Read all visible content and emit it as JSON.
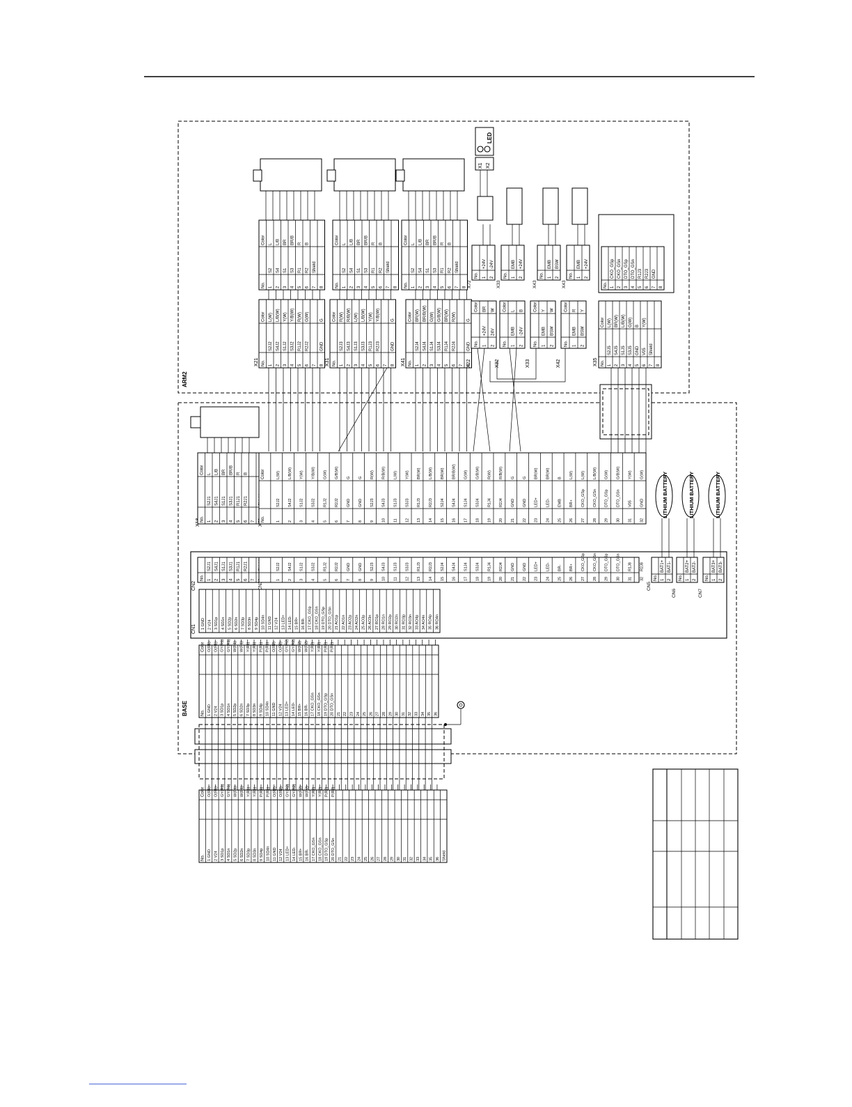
{
  "sections": {
    "arm2": "ARM2",
    "base": "BASE"
  },
  "header_labels": {
    "no": "No.",
    "color": "Color",
    "sh": "Shield"
  },
  "motors": [
    {
      "pins": [
        "S2",
        "S4",
        "S1",
        "S3",
        "R1",
        "R2",
        "Shield"
      ],
      "colors": [
        "L",
        "L/B",
        "BR",
        "BR/B",
        "R",
        "B",
        ""
      ]
    },
    {
      "pins": [
        "S2",
        "S4",
        "S1",
        "S3",
        "R1",
        "R2",
        "Shield"
      ],
      "colors": [
        "L",
        "L/B",
        "BR",
        "BR/B",
        "R",
        "B",
        ""
      ]
    },
    {
      "pins": [
        "S2",
        "S4",
        "S1",
        "S3",
        "R1",
        "R2",
        "Shield"
      ],
      "colors": [
        "L",
        "L/B",
        "BR",
        "BR/B",
        "R",
        "B",
        ""
      ]
    }
  ],
  "arm_connectors": [
    {
      "name": "X21",
      "pins": [
        "S2J2",
        "S4J2",
        "S1J2",
        "S3J2",
        "R1J2",
        "R2J2",
        "",
        "GND"
      ],
      "colors": [
        "L(W)",
        "L/B(W)",
        "Y(W)",
        "Y/B(W)",
        "R(W)",
        "G(W)",
        "",
        "G"
      ]
    },
    {
      "name": "X31",
      "pins": [
        "S2J3",
        "S4J3",
        "S1J3",
        "S3J3",
        "R1J3",
        "R2J3",
        "",
        "GND"
      ],
      "colors": [
        "R(W)",
        "R/B(W)",
        "L(W)",
        "L/B(W)",
        "Y(W)",
        "Y/B(W)",
        "",
        "G"
      ]
    },
    {
      "name": "X41",
      "pins": [
        "S2J4",
        "S4J4",
        "S1J4",
        "S3J4",
        "R1J4",
        "R2J4",
        "",
        "GND"
      ],
      "colors": [
        "BR(W)",
        "BR/B(W)",
        "G(W)",
        "G/B(W)",
        "BR(W)",
        "R(W)",
        "",
        "G"
      ]
    }
  ],
  "small_connectors": [
    {
      "name": "X22",
      "pins": [
        "+24V",
        "24V"
      ],
      "colors": [
        "BR",
        "W"
      ]
    },
    {
      "name": "X32",
      "pins": [
        "EMB",
        "-24V"
      ],
      "colors": [
        "L",
        "B"
      ]
    },
    {
      "name": "X33",
      "pins": [
        "EMB",
        "BSW"
      ],
      "colors": [
        "Y",
        "W"
      ]
    },
    {
      "name": "X42",
      "pins": [
        "EMB",
        "BSW"
      ],
      "colors": [
        "R",
        "Y"
      ]
    }
  ],
  "brakes": [
    {
      "name": "X72",
      "pins": [
        "+24V",
        "-24V"
      ]
    },
    {
      "name": "X33",
      "pins": [
        "EMB",
        "+24V"
      ]
    },
    {
      "name": "X43",
      "pins": [
        "EMB",
        "BSW"
      ]
    },
    {
      "name": "X43",
      "pins": [
        "EMB",
        "+24V"
      ]
    }
  ],
  "led": {
    "label": "LED",
    "pins": [
      "X1",
      "X2"
    ]
  },
  "encoder_box": {
    "pins": [
      "CKO_GSp",
      "CKO_GSn",
      "DTO_GSp",
      "DTO_GSn",
      "R1J3",
      "R2J3",
      "GND",
      ""
    ]
  },
  "x35": {
    "name": "X35",
    "pins": [
      "S2J5",
      "S4J5",
      "S1J5",
      "S3J5",
      "GND",
      "V05",
      "Shield",
      ""
    ],
    "colors": [
      "L(W)",
      "BR(W)",
      "L/B(W)",
      "G(W)",
      "B",
      "Y(W)",
      "",
      ""
    ]
  },
  "x18": {
    "name": "X18",
    "pins": [
      "S2J1",
      "S4J1",
      "S1J1",
      "S3J1",
      "R1J1",
      "R2J1",
      "",
      "Shield"
    ],
    "colors": [
      "L",
      "L/B",
      "BR",
      "BR/B",
      "R",
      "B",
      "",
      ""
    ]
  },
  "x28": {
    "name": "X28",
    "rows": [
      [
        "1",
        "S2J2",
        "L(W)"
      ],
      [
        "2",
        "S4J2",
        "L/B(W)"
      ],
      [
        "3",
        "S1J2",
        "Y(W)"
      ],
      [
        "4",
        "S3J2",
        "Y/B(W)"
      ],
      [
        "5",
        "R1J2",
        "G(W)"
      ],
      [
        "6",
        "R2J2",
        "G/B(W)"
      ],
      [
        "7",
        "GND",
        "G"
      ],
      [
        "8",
        "GND",
        "G"
      ],
      [
        "9",
        "S2J3",
        "R(W)"
      ],
      [
        "10",
        "S4J3",
        "R/B(W)"
      ],
      [
        "11",
        "S1J3",
        "L(W)"
      ],
      [
        "12",
        "S3J3",
        "Y(W)"
      ],
      [
        "13",
        "R1J3",
        "BR(W)"
      ],
      [
        "14",
        "R2J3",
        "L/B(W)"
      ],
      [
        "15",
        "S2J4",
        "BR(W)"
      ],
      [
        "16",
        "S4J4",
        "BR/B(W)"
      ],
      [
        "17",
        "S1J4",
        "G(W)"
      ],
      [
        "18",
        "S3J4",
        "G/B(W)"
      ],
      [
        "19",
        "R1J4",
        "R(W)"
      ],
      [
        "20",
        "R2J4",
        "R/B(W)"
      ],
      [
        "21",
        "GND",
        "G"
      ],
      [
        "22",
        "GND",
        "G"
      ],
      [
        "23",
        "LED+",
        "BR(W)"
      ],
      [
        "24",
        "LED-",
        "BR(W)"
      ],
      [
        "25",
        "EMB",
        "B"
      ],
      [
        "26",
        "BR+",
        "L(W)"
      ],
      [
        "27",
        "CKO_GSp",
        "L(W)"
      ],
      [
        "28",
        "CKO_GSn",
        "L/B(W)"
      ],
      [
        "29",
        "DTO_GSp",
        "G(W)"
      ],
      [
        "30",
        "DTO_GSn",
        "G/B(W)"
      ],
      [
        "31",
        "V05",
        "Y(W)"
      ],
      [
        "32",
        "GND",
        "G(W)"
      ]
    ]
  },
  "cn2": {
    "name": "CN2",
    "pins": [
      "S2J1",
      "S4J1",
      "S1J1",
      "S3J1",
      "R1J1",
      "R2J1",
      "",
      "Shield"
    ]
  },
  "cn3": {
    "name": "CN3",
    "rows": [
      [
        "1",
        "S2J2"
      ],
      [
        "2",
        "S4J2"
      ],
      [
        "3",
        "S1J2"
      ],
      [
        "4",
        "S3J2"
      ],
      [
        "5",
        "R1J2"
      ],
      [
        "6",
        "R2J2"
      ],
      [
        "7",
        "GND"
      ],
      [
        "8",
        "GND"
      ],
      [
        "9",
        "S2J3"
      ],
      [
        "10",
        "S4J3"
      ],
      [
        "11",
        "S1J3"
      ],
      [
        "12",
        "S3J3"
      ],
      [
        "13",
        "R1J3"
      ],
      [
        "14",
        "R2J3"
      ],
      [
        "15",
        "S2J4"
      ],
      [
        "16",
        "S4J4"
      ],
      [
        "17",
        "S1J4"
      ],
      [
        "18",
        "S3J4"
      ],
      [
        "19",
        "R1J4"
      ],
      [
        "20",
        "R2J4"
      ],
      [
        "21",
        "GND"
      ],
      [
        "22",
        "GND"
      ],
      [
        "23",
        "LED+"
      ],
      [
        "24",
        "LED-"
      ],
      [
        "25",
        "BR-"
      ],
      [
        "26",
        "BR+"
      ],
      [
        "27",
        "CKO_GSp"
      ],
      [
        "28",
        "CKO_GSn"
      ],
      [
        "29",
        "DTO_GSp"
      ],
      [
        "30",
        "DTO_GSn"
      ],
      [
        "31",
        "R1J8"
      ],
      [
        "32",
        "R2J8"
      ]
    ]
  },
  "batteries": [
    {
      "cn": "CN5",
      "pins": [
        "BAT1+",
        "BAT1-"
      ],
      "label": "LITHIUM BATTERY"
    },
    {
      "cn": "CN6",
      "pins": [
        "BAT2+",
        "BAT2-"
      ],
      "label": "LITHIUM BATTERY"
    },
    {
      "cn": "CN7",
      "pins": [
        "BAT3+",
        "BAT3-"
      ],
      "label": "LITHIUM BATTERY"
    }
  ],
  "cn1": {
    "name": "CN1",
    "rows": [
      "1 GND",
      "2 V24",
      "3 SD1p",
      "4 SD1n",
      "5 SD2p",
      "6 SD2n",
      "7 SD3p",
      "8 SD3n",
      "9 SD4p",
      "10 SD4n",
      "11 GND",
      "12 V24",
      "13 LED+",
      "14 LED-",
      "15 BR+",
      "16 BR-",
      "17 CKO_GSp",
      "18 CKO_GSn",
      "19 DTO_GSp",
      "20 DTO_GSn",
      "21 AO1p",
      "22 AO1n",
      "23 AO2p",
      "24 AO2n",
      "25 AO3p",
      "26 AO3n",
      "27 RO1p",
      "28 RO1n",
      "29 RO2p",
      "30 RO2n",
      "31 RO3p",
      "32 RO3n",
      "33 AO4p",
      "34 AO4n",
      "35 RO4p",
      "36 RO4n"
    ]
  },
  "base_table": {
    "rows": [
      [
        "1",
        "GND",
        "O(R1)"
      ],
      [
        "2",
        "V24",
        "O(R1)"
      ],
      [
        "3",
        "SD1p",
        "GY(R1)"
      ],
      [
        "4",
        "SD1n",
        "GY(R1)"
      ],
      [
        "5",
        "SD2p",
        "W(R1)"
      ],
      [
        "6",
        "SD2n",
        "W(R1)"
      ],
      [
        "7",
        "SD3p",
        "Y(R1)"
      ],
      [
        "8",
        "SD3n",
        "Y(R1)"
      ],
      [
        "9",
        "SD4p",
        "P(R1)"
      ],
      [
        "10",
        "SD4n",
        "P(R1)"
      ],
      [
        "11",
        "GND",
        "O(R2)"
      ],
      [
        "12",
        "V24",
        "O(R2)"
      ],
      [
        "13",
        "LED+",
        "GY(R2)"
      ],
      [
        "14",
        "LED-",
        "GY(R2)"
      ],
      [
        "15",
        "BR+",
        "W(R2)"
      ],
      [
        "16",
        "BR-",
        "W(R2)"
      ],
      [
        "17",
        "CKO_GSn",
        "Y(R2)"
      ],
      [
        "18",
        "CKO_GSn",
        "Y(R2)"
      ],
      [
        "19",
        "DTO_GSp",
        "P(R2)"
      ],
      [
        "20",
        "DTO_GSn",
        "P(R2)"
      ],
      [
        "21",
        "",
        ""
      ],
      [
        "22",
        "",
        ""
      ],
      [
        "23",
        "",
        ""
      ],
      [
        "24",
        "",
        ""
      ],
      [
        "25",
        "",
        ""
      ],
      [
        "26",
        "",
        ""
      ],
      [
        "27",
        "",
        ""
      ],
      [
        "28",
        "",
        ""
      ],
      [
        "29",
        "",
        ""
      ],
      [
        "30",
        "",
        ""
      ],
      [
        "31",
        "",
        ""
      ],
      [
        "32",
        "",
        ""
      ],
      [
        "33",
        "",
        ""
      ],
      [
        "34",
        "",
        ""
      ],
      [
        "35",
        "",
        ""
      ],
      [
        "36",
        "",
        ""
      ]
    ]
  },
  "ext_table": {
    "last_row": "Shield",
    "rows": [
      [
        "1",
        "GND",
        "O(R1)"
      ],
      [
        "2",
        "V24",
        "O(R1)"
      ],
      [
        "3",
        "SD1p",
        "GY(R1)"
      ],
      [
        "4",
        "SD1n",
        "GY(R1)"
      ],
      [
        "5",
        "SD2p",
        "W(R1)"
      ],
      [
        "6",
        "SD2n",
        "W(R1)"
      ],
      [
        "7",
        "SD3p",
        "Y(R1)"
      ],
      [
        "8",
        "SD3n",
        "Y(R1)"
      ],
      [
        "9",
        "SD4p",
        "P(R1)"
      ],
      [
        "10",
        "SD4n",
        "P(R1)"
      ],
      [
        "11",
        "GND",
        "O(R2)"
      ],
      [
        "12",
        "V24",
        "O(R2)"
      ],
      [
        "13",
        "LED+",
        "GY(R2)"
      ],
      [
        "14",
        "LED-",
        "GY(R2)"
      ],
      [
        "15",
        "BR+",
        "W(R2)"
      ],
      [
        "16",
        "BR-",
        "W(R2)"
      ],
      [
        "17",
        "CKO_GSn",
        "Y(R2)"
      ],
      [
        "18",
        "CKO_GSn",
        "Y(R2)"
      ],
      [
        "19",
        "DTO_GSp",
        "P(R2)"
      ],
      [
        "20",
        "DTO_GSn",
        "P(R2)"
      ],
      [
        "21",
        "",
        ""
      ],
      [
        "22",
        "",
        ""
      ],
      [
        "23",
        "",
        ""
      ],
      [
        "24",
        "",
        ""
      ],
      [
        "25",
        "",
        ""
      ],
      [
        "26",
        "",
        ""
      ],
      [
        "27",
        "",
        ""
      ],
      [
        "28",
        "",
        ""
      ],
      [
        "29",
        "",
        ""
      ],
      [
        "30",
        "",
        ""
      ],
      [
        "31",
        "",
        ""
      ],
      [
        "32",
        "",
        ""
      ],
      [
        "33",
        "",
        ""
      ],
      [
        "34",
        "",
        ""
      ],
      [
        "35",
        "",
        ""
      ],
      [
        "36",
        "",
        ""
      ]
    ]
  }
}
